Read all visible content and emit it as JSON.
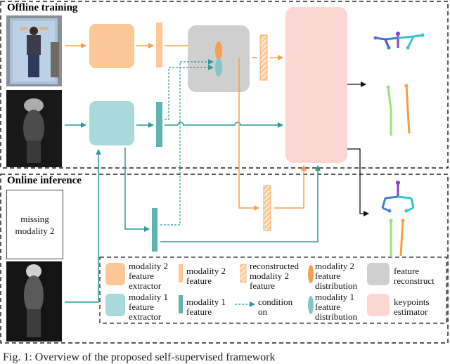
{
  "sections": {
    "offline": "Offline training",
    "online": "Online inference"
  },
  "missing_box": {
    "line1": "missing",
    "line2": "modality 2"
  },
  "legend": {
    "m2_extractor": [
      "modality 2",
      "feature",
      "extractor"
    ],
    "m2_feature": [
      "modality 2",
      "feature"
    ],
    "reconstructed": [
      "reconstructed",
      "modality 2",
      "feature"
    ],
    "m2_distribution": [
      "modality 2",
      "feature",
      "distribution"
    ],
    "reconstruct": [
      "feature",
      "reconstruct"
    ],
    "m1_extractor": [
      "modality 1",
      "feature",
      "extractor"
    ],
    "m1_feature": [
      "modality 1",
      "feature"
    ],
    "condition": [
      "condition",
      "on"
    ],
    "m1_distribution": [
      "modality 1",
      "feature",
      "distribution"
    ],
    "keypoints": [
      "keypoints",
      "estimator"
    ]
  },
  "caption": "Fig. 1: Overview of the proposed self-supervised framework",
  "colors": {
    "orange": "#f5a04a",
    "orange_fill": "#fcc896",
    "orange_light": "#fdd6b0",
    "teal": "#2f9a98",
    "teal_fill": "#a9d9d8",
    "teal_bar": "#5fb3b1",
    "gray_fill": "#cfcfcf",
    "pink_fill": "#fbd7d4",
    "skeleton_purple": "#8b3fc8",
    "skeleton_blue": "#3f7fe0",
    "skeleton_cyan": "#35c7c7",
    "skeleton_green": "#9adf7a",
    "skeleton_orange": "#f0a042"
  }
}
